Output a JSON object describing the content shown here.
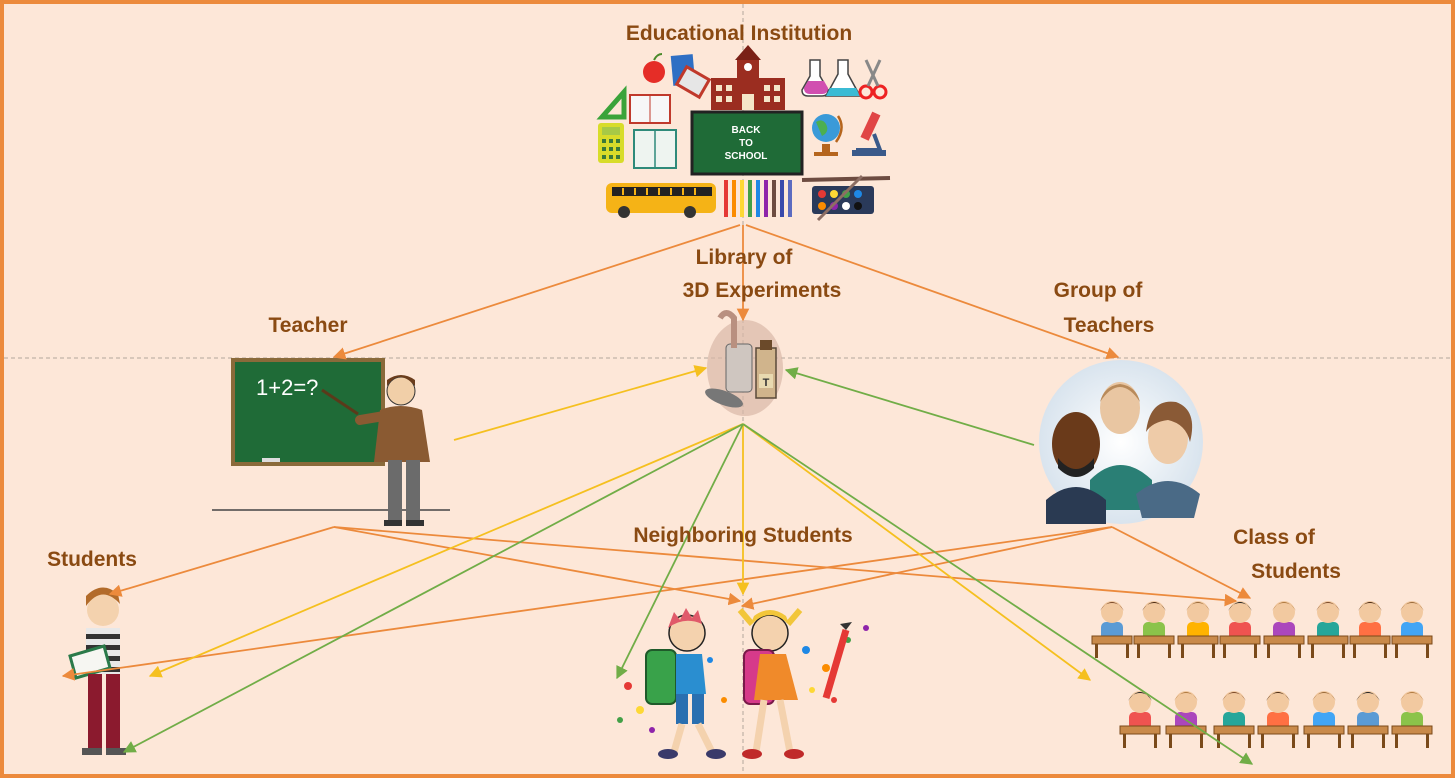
{
  "labels": {
    "educational_institution": "Educational Institution",
    "library_line1": "Library of",
    "library_line2": "3D Experiments",
    "teacher": "Teacher",
    "group_line1": "Group of",
    "group_line2": "Teachers",
    "students": "Students",
    "neighboring_students": "Neighboring Students",
    "class_line1": "Class of",
    "class_line2": "Students"
  },
  "illustrations": {
    "chalkboard_text": "1+2=?",
    "back_to_school_line1": "BACK",
    "back_to_school_line2": "TO",
    "back_to_school_line3": "SCHOOL",
    "bottle_tag": "T"
  },
  "colors": {
    "background": "#fde7d8",
    "border": "#ec8a3c",
    "label": "#8a4a12",
    "arrow_orange": "#ec8a3c",
    "arrow_yellow": "#f5c01f",
    "arrow_green": "#71ad47"
  }
}
